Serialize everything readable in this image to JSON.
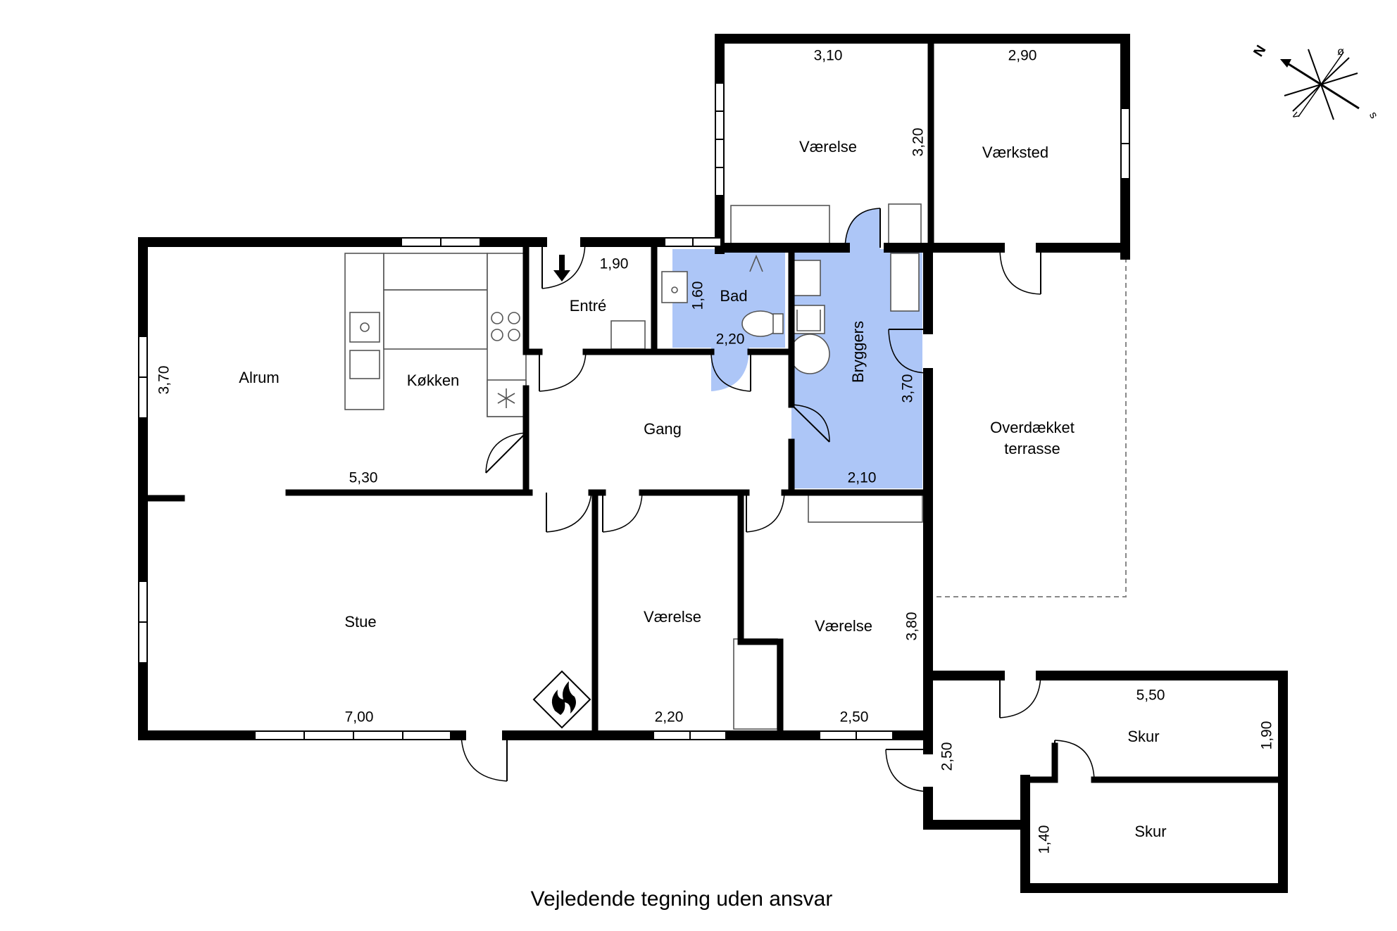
{
  "rooms": {
    "alrum": "Alrum",
    "koekken": "Køkken",
    "entre": "Entré",
    "bad": "Bad",
    "bryggers": "Bryggers",
    "gang": "Gang",
    "stue": "Stue",
    "vaerelse_top": "Værelse",
    "vaerksted": "Værksted",
    "vaerelse_mid": "Værelse",
    "vaerelse_right": "Værelse",
    "terrasse_line1": "Overdækket",
    "terrasse_line2": "terrasse",
    "skur_top": "Skur",
    "skur_bottom": "Skur"
  },
  "dimensions": {
    "vaerelse_top_width": "3,10",
    "vaerelse_top_depth": "3,20",
    "vaerksted_width": "2,90",
    "entre_width": "1,90",
    "bad_depth": "1,60",
    "bad_width": "2,20",
    "alrum_depth": "3,70",
    "alrum_width": "5,30",
    "bryggers_depth": "3,70",
    "bryggers_width": "2,10",
    "stue_width": "7,00",
    "vaerelse_mid_width": "2,20",
    "vaerelse_right_width": "2,50",
    "vaerelse_right_depth": "3,80",
    "skur_width": "5,50",
    "skur_top_depth": "1,90",
    "entrance_skur_depth": "2,50",
    "skur_bottom_depth": "1,40"
  },
  "compass": {
    "north": "N",
    "east": "ø",
    "south": "s",
    "west": "v"
  },
  "colors": {
    "wet_room": "#adc6f7",
    "wall": "#000000"
  },
  "disclaimer": "Vejledende tegning uden ansvar"
}
